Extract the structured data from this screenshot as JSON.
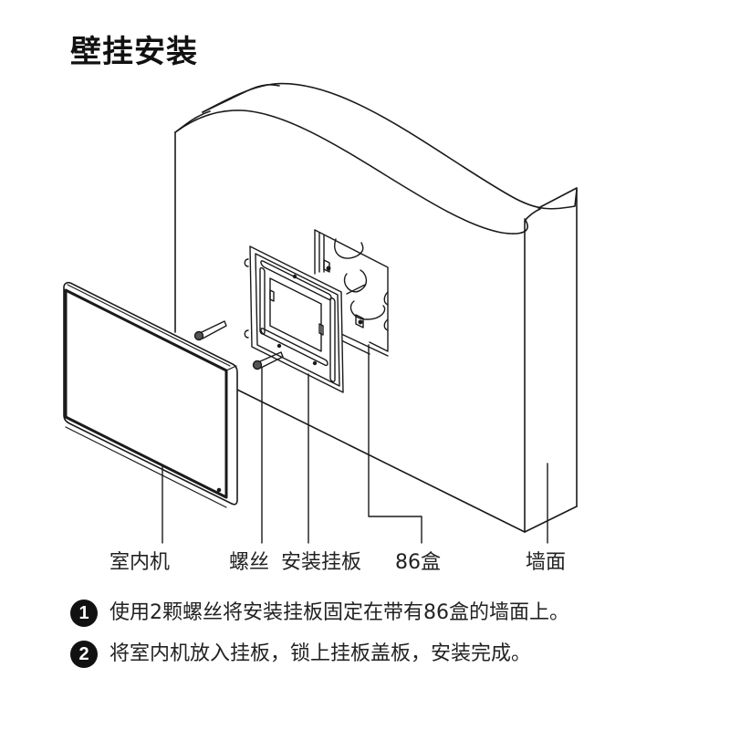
{
  "title": "壁挂安装",
  "callouts": [
    {
      "label": "室内机"
    },
    {
      "label": "螺丝"
    },
    {
      "label": "安装挂板"
    },
    {
      "label": "86盒"
    },
    {
      "label": "墙面"
    }
  ],
  "steps": [
    {
      "number": "1",
      "text": "使用2颗螺丝将安装挂板固定在带有86盒的墙面上。"
    },
    {
      "number": "2",
      "text": "将室内机放入挂板，锁上挂板盖板，安装完成。"
    }
  ],
  "colors": {
    "line": "#1a1a1a",
    "badge": "#111111",
    "background": "#ffffff"
  }
}
